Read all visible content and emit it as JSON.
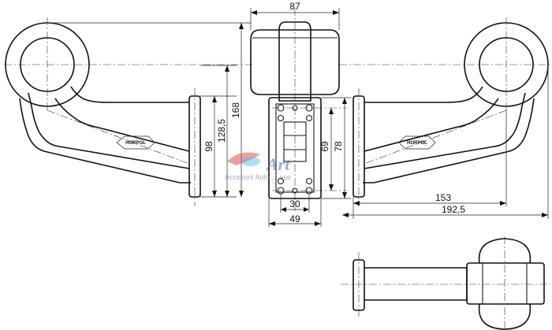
{
  "dimensions": {
    "overall_width": "87",
    "height_total": "168",
    "height_mid": "128,5",
    "height_plate": "98",
    "bracket_hole_spacing": "69",
    "bracket_height": "78",
    "bracket_width_inner": "30",
    "bracket_width_outer": "49",
    "arm_reach": "153",
    "arm_reach_total": "192,5"
  },
  "logos": {
    "left": "HORPOL",
    "right": "HORPOL"
  },
  "watermark": {
    "brand": "Art",
    "tagline": "Accesorii Auto ... ese"
  }
}
